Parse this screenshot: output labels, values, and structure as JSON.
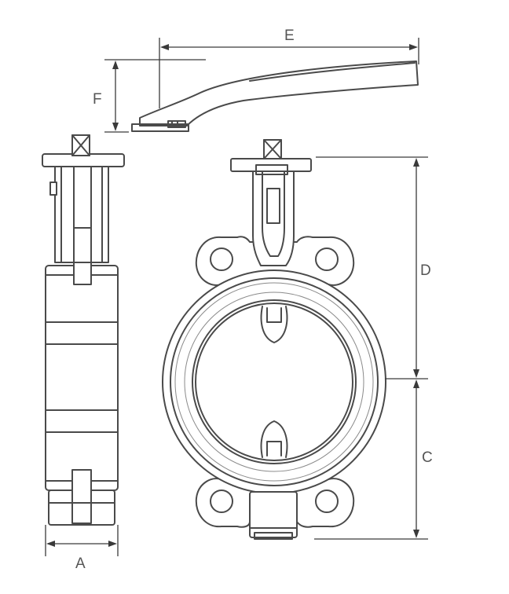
{
  "dimension_labels": {
    "a": "A",
    "c": "C",
    "d": "D",
    "e": "E",
    "f": "F"
  },
  "colors": {
    "line": "#4a4a4a",
    "dimension": "#3a3a3a",
    "label": "#555555",
    "background": "#ffffff"
  }
}
